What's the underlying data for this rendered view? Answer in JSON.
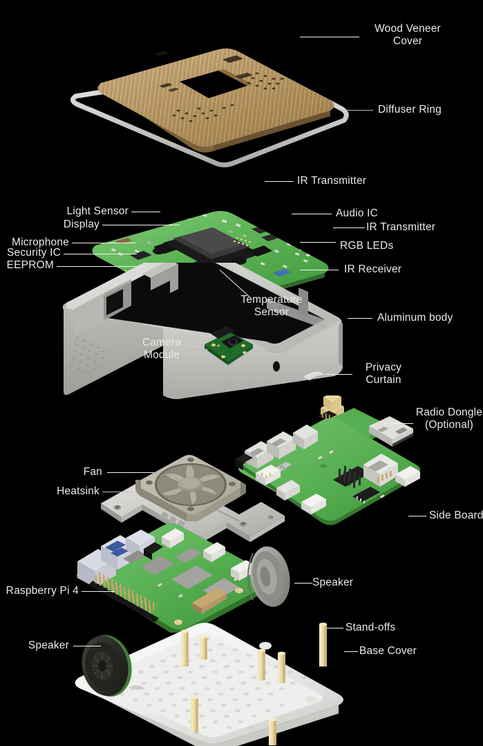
{
  "diagram": {
    "title": "Exploded view of smart speaker / display device assembly",
    "background_color": "#000000",
    "label_color": "#e9e9e6",
    "leader_color": "#f2f2ef"
  },
  "labels": {
    "wood_veneer_cover": "Wood Veneer\nCover",
    "diffuser_ring": "Diffuser Ring",
    "ir_transmitter_top": "IR Transmitter",
    "light_sensor": "Light Sensor",
    "display": "Display",
    "microphone": "Microphone",
    "security_ic": "Security IC",
    "eeprom": "EEPROM",
    "audio_ic": "Audio IC",
    "ir_transmitter_side": "IR Transmitter",
    "rgb_leds": "RGB LEDs",
    "ir_receiver": "IR Receiver",
    "temperature_sensor": "Temperature\nSensor",
    "camera_module": "Camera\nModule",
    "aluminum_body": "Aluminum body",
    "privacy_curtain": "Privacy\nCurtain",
    "radio_dongle": "Radio Dongle\n(Optional)",
    "fan": "Fan",
    "heatsink": "Heatsink",
    "side_board": "Side Board",
    "speaker_right": "Speaker",
    "raspberry_pi_4": "Raspberry Pi 4",
    "stand_offs": "Stand-offs",
    "base_cover": "Base Cover",
    "speaker_left": "Speaker"
  },
  "components": {
    "wood_veneer_cover": {
      "name": "Wood Veneer Cover",
      "material": "wood veneer",
      "color": "#bb9a66"
    },
    "diffuser_ring": {
      "name": "Diffuser Ring",
      "material": "translucent plastic",
      "color": "#d8d8d5"
    },
    "main_board": {
      "name": "Main Board",
      "material": "PCB",
      "color": "#5cb255"
    },
    "aluminum_body": {
      "name": "Aluminum body",
      "material": "aluminum",
      "color": "#c9c9c6"
    },
    "camera_module": {
      "name": "Camera Module",
      "material": "PCB",
      "color": "#2f7a3a"
    },
    "radio_dongle": {
      "name": "Radio Dongle (Optional)",
      "material": "PCB + USB",
      "color": "#5cb255"
    },
    "side_board": {
      "name": "Side Board",
      "material": "PCB",
      "color": "#5cb255"
    },
    "fan": {
      "name": "Fan",
      "material": "plastic",
      "color": "#b4b0a4"
    },
    "heatsink": {
      "name": "Heatsink",
      "material": "aluminum",
      "color": "#cfcfcc"
    },
    "raspberry_pi_4": {
      "name": "Raspberry Pi 4",
      "material": "PCB",
      "color": "#5cb255"
    },
    "speaker": {
      "name": "Speaker",
      "material": "driver",
      "color": "#8f8f8b"
    },
    "stand_offs": {
      "name": "Stand-offs",
      "material": "brass",
      "color": "#e2cf8e"
    },
    "base_cover": {
      "name": "Base Cover",
      "material": "plastic",
      "color": "#f0f0ee"
    }
  },
  "stack_order": [
    "Wood Veneer Cover",
    "Diffuser Ring",
    "Main Board",
    "Aluminum body",
    "Camera Module",
    "Radio Dongle (Optional)",
    "Side Board",
    "Fan",
    "Heatsink",
    "Raspberry Pi 4",
    "Speaker",
    "Stand-offs",
    "Base Cover"
  ]
}
